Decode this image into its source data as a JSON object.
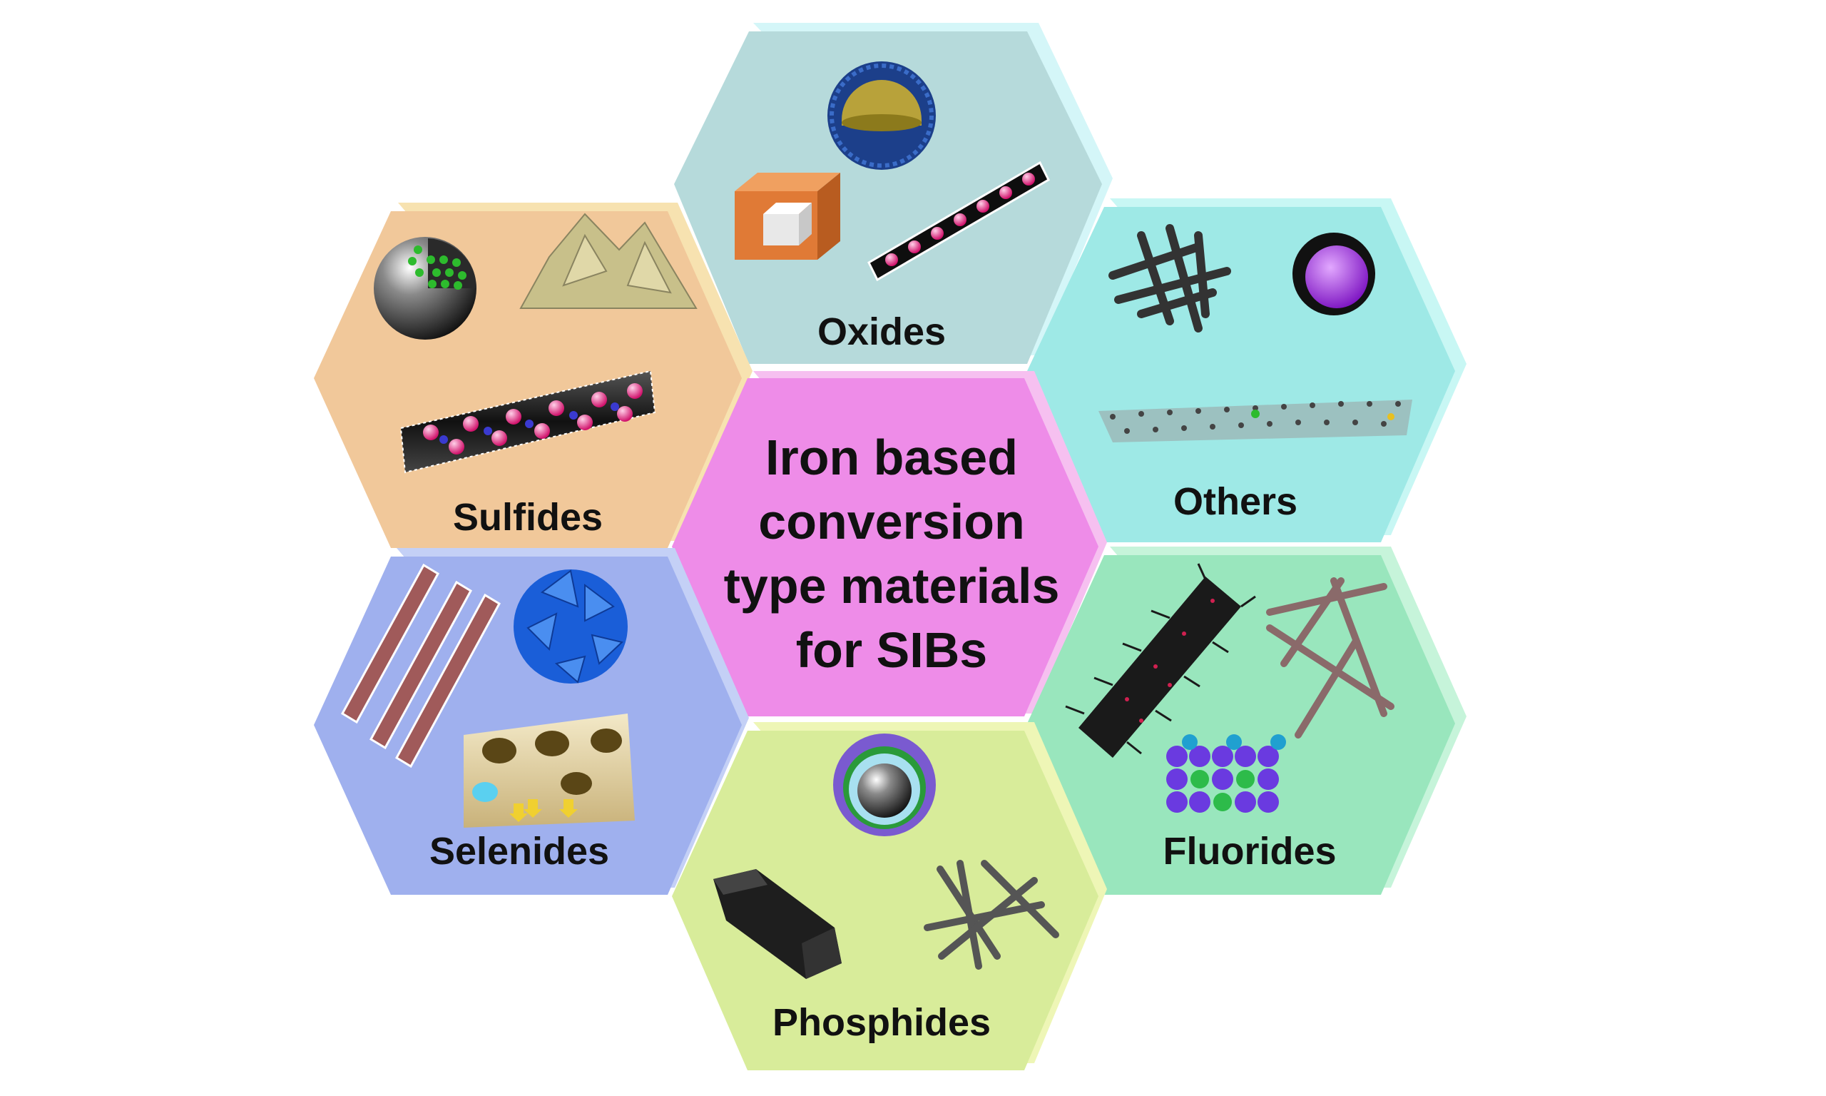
{
  "center": {
    "title_lines": [
      "Iron based",
      "conversion",
      "type materials",
      "for SIBs"
    ],
    "color": "#ee8ce8"
  },
  "hexagons": {
    "oxides": {
      "label": "Oxides",
      "color": "#b6dadb"
    },
    "sulfides": {
      "label": "Sulfides",
      "color": "#f1c89a"
    },
    "others": {
      "label": "Others",
      "color": "#9ee9e6"
    },
    "selenides": {
      "label": "Selenides",
      "color": "#9fb0ee"
    },
    "fluorides": {
      "label": "Fluorides",
      "color": "#99e6bd"
    },
    "phosphides": {
      "label": "Phosphides",
      "color": "#d8ec9a"
    }
  }
}
